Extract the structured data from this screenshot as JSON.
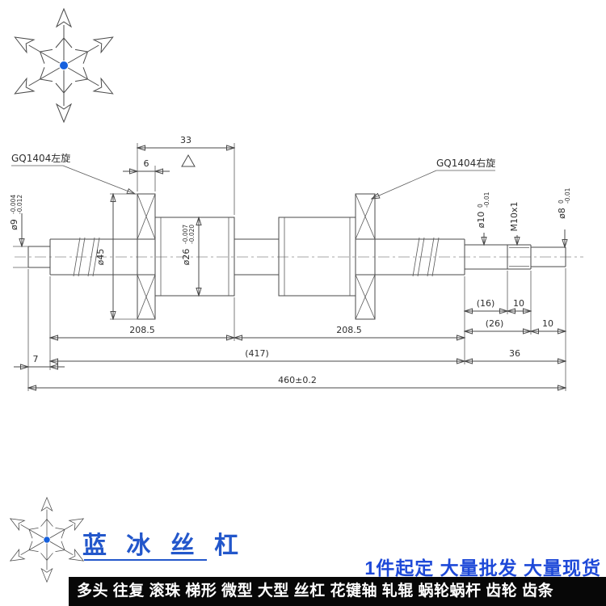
{
  "page": {
    "bg": "#ffffff"
  },
  "logo": {
    "name": "snowflake",
    "color": "#1660dd"
  },
  "brand": {
    "text": "蓝 冰 丝 杠"
  },
  "promo": {
    "text": "1件起定 大量批发 大量现货"
  },
  "category_bar": {
    "text": "多头 往复 滚珠 梯形 微型 大型 丝杠 花键轴 轧辊 蜗轮蜗杆 齿轮 齿条"
  },
  "drawing": {
    "callout_left": "GQ1404左旋",
    "callout_right": "GQ1404右旋",
    "dims": {
      "d33": "33",
      "d6": "6",
      "d16": "(16)",
      "d10a": "10",
      "d26len": "(26)",
      "d10b": "10",
      "d208l": "208.5",
      "d208r": "208.5",
      "d417": "(417)",
      "d36": "36",
      "d7": "7",
      "total": "460±0.2"
    },
    "dia": {
      "d9": {
        "main": "ø9",
        "tol_top": "-0.004",
        "tol_bot": "-0.012"
      },
      "d45": {
        "main": "ø45"
      },
      "d26": {
        "main": "ø26",
        "tol_top": "-0.007",
        "tol_bot": "-0.020"
      },
      "d10": {
        "main": "ø10",
        "tol_top": "0",
        "tol_bot": "-0.01"
      },
      "m10": {
        "main": "M10x1"
      },
      "d8": {
        "main": "ø8",
        "tol_top": "0",
        "tol_bot": "-0.01"
      }
    }
  }
}
